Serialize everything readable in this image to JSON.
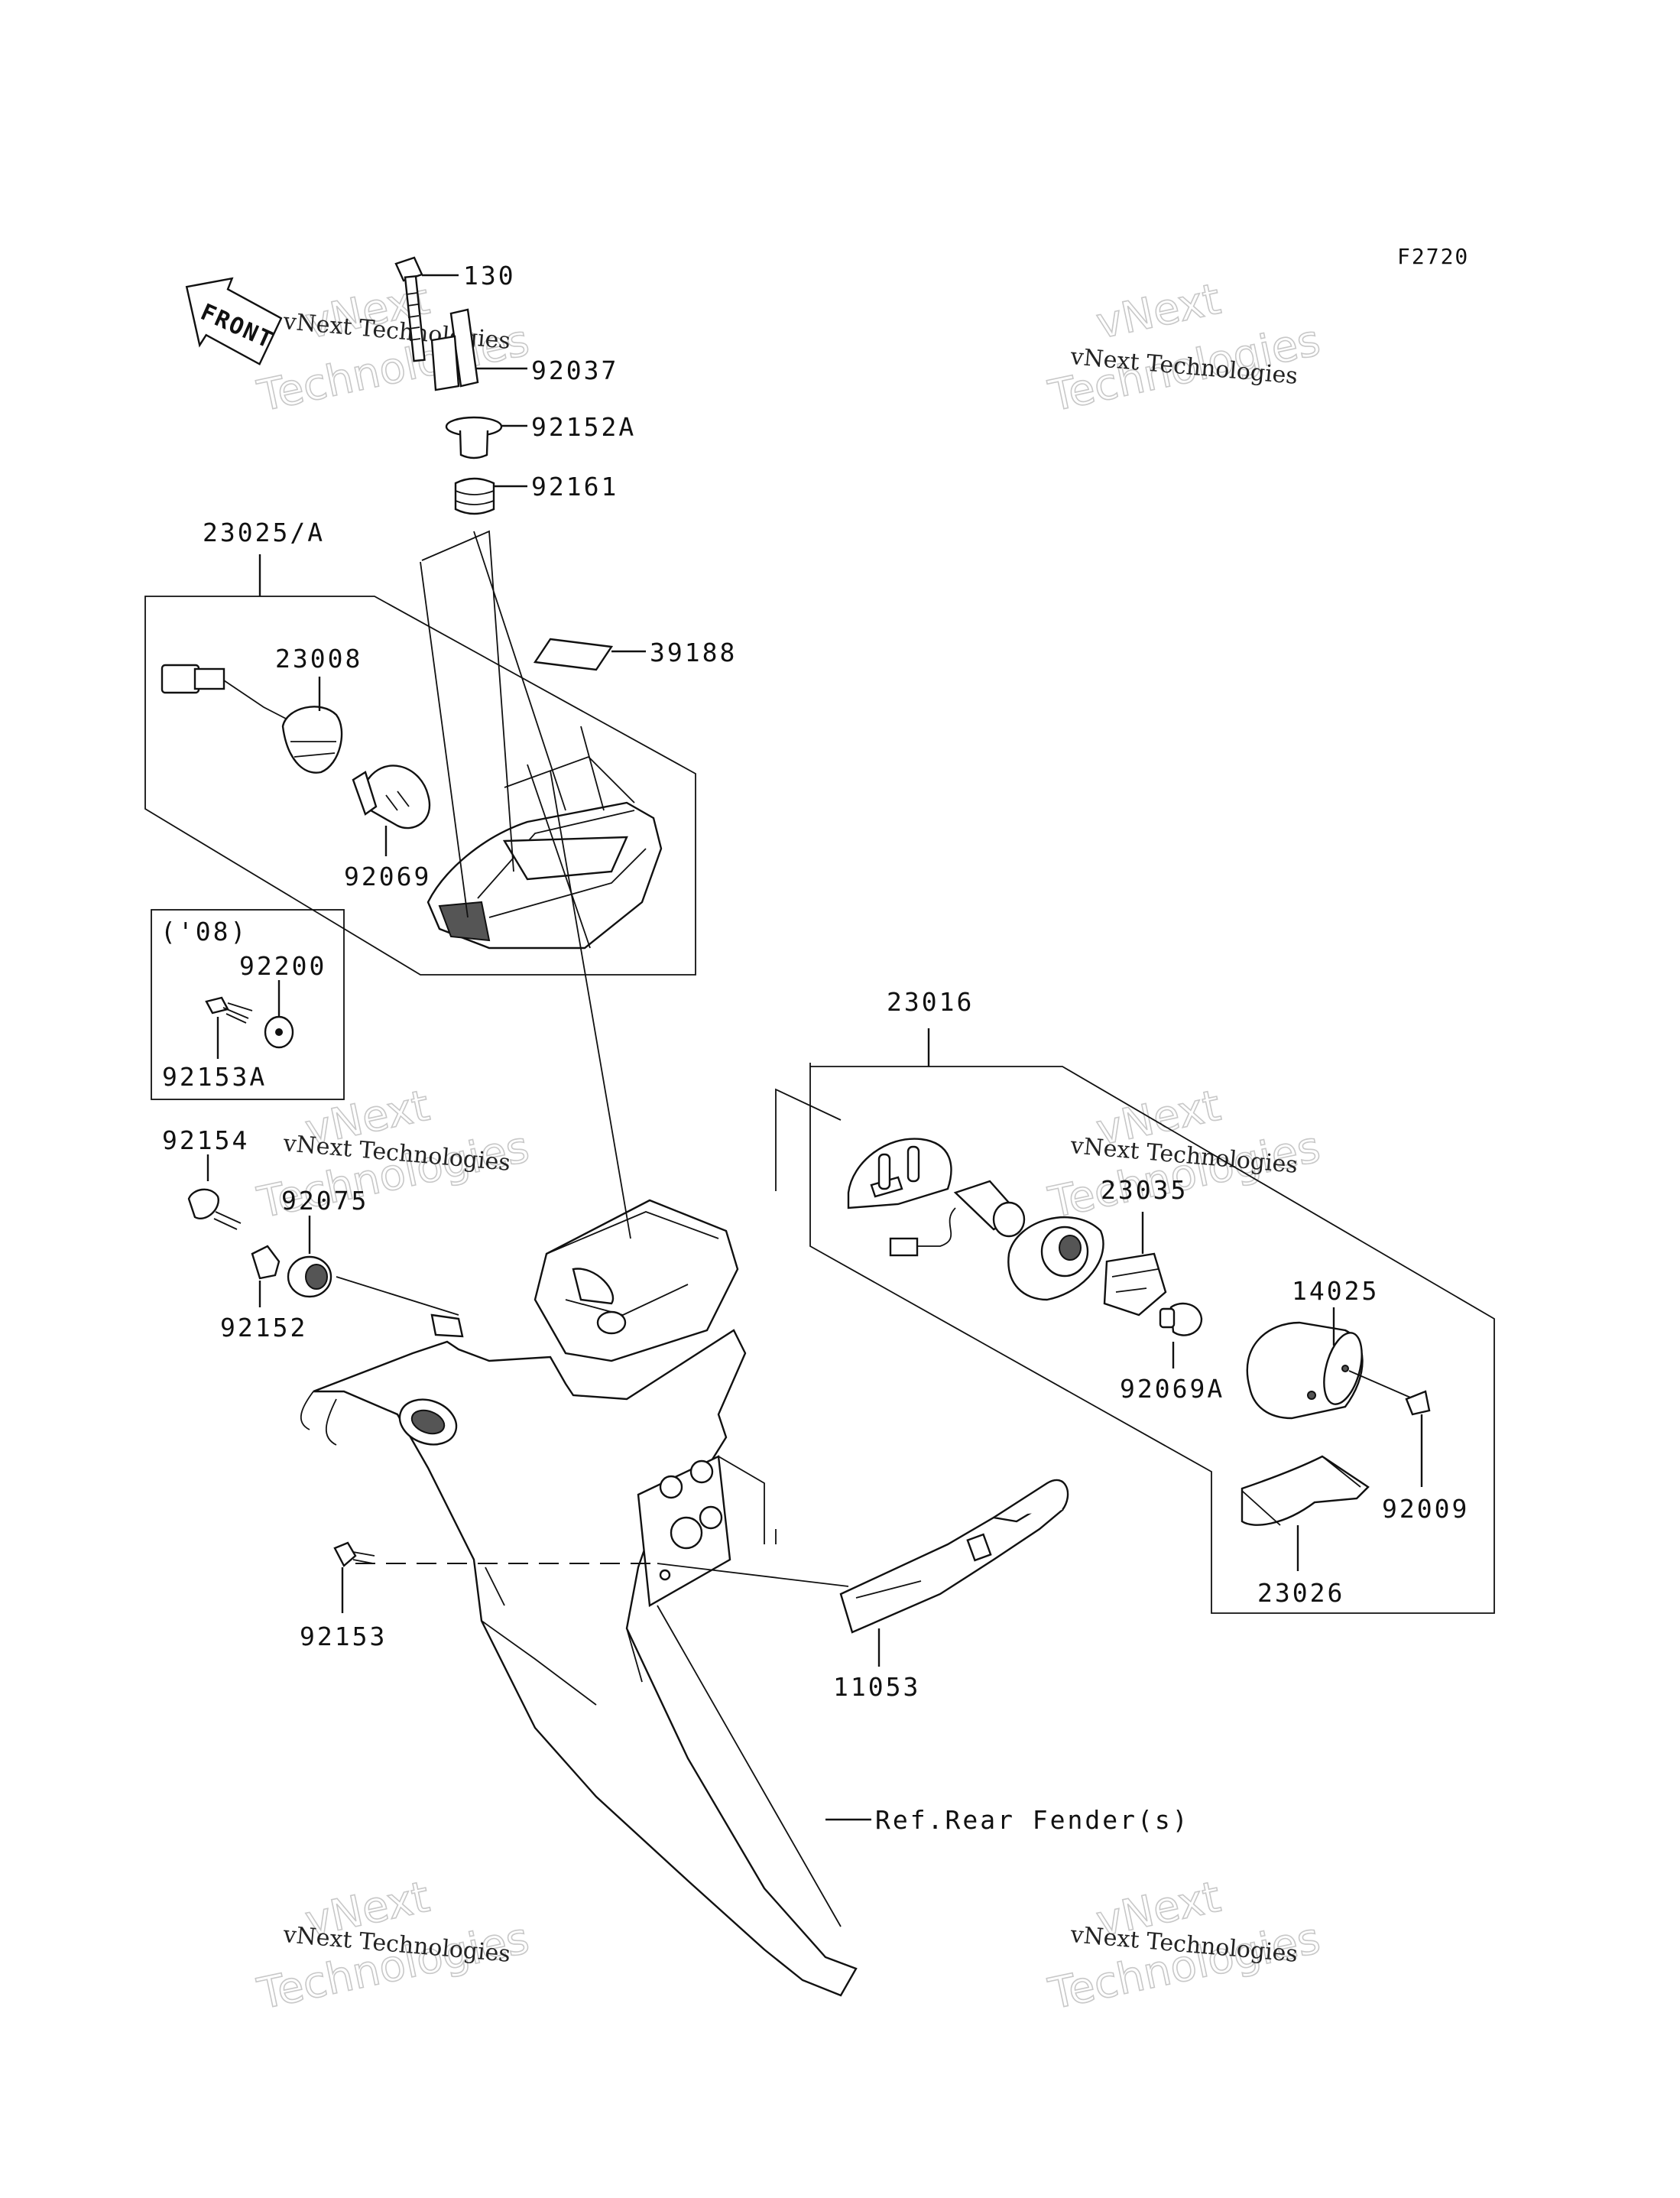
{
  "figure_code": "F2720",
  "front_arrow_label": "FRONT",
  "year_note": "('08)",
  "reference_note": "Ref.Rear Fender(s)",
  "watermark": {
    "line1": "vNext Technologies",
    "line2": "vNext",
    "line3": "Technologies"
  },
  "part_labels": {
    "p130": "130",
    "p92037": "92037",
    "p92152A": "92152A",
    "p92161": "92161",
    "p23025A": "23025/A",
    "p23008": "23008",
    "p39188": "39188",
    "p92069": "92069",
    "p92200": "92200",
    "p92153A": "92153A",
    "p92154": "92154",
    "p92075": "92075",
    "p92152": "92152",
    "p92153": "92153",
    "p23016": "23016",
    "p23035": "23035",
    "p14025": "14025",
    "p92069A": "92069A",
    "p92009": "92009",
    "p23026": "23026",
    "p11053": "11053"
  }
}
